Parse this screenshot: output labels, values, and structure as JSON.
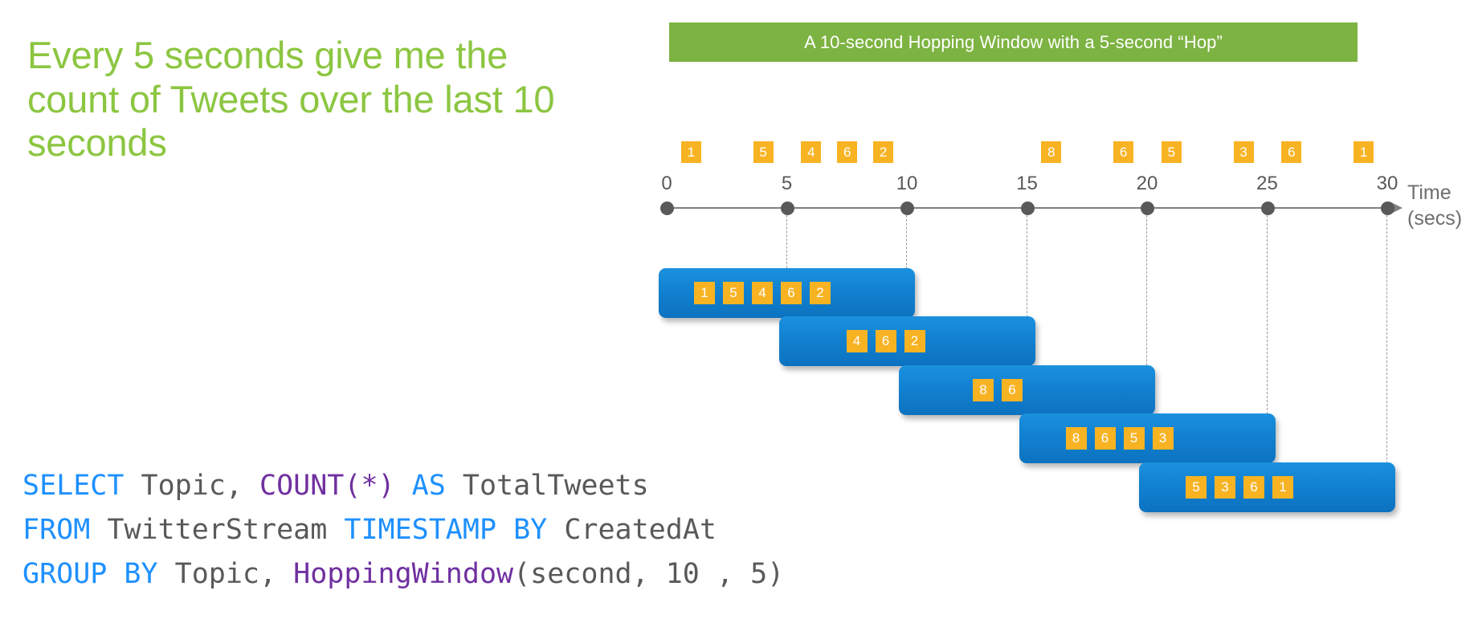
{
  "headline": "Every 5 seconds give me the count of Tweets over the last 10 seconds",
  "banner": {
    "text": "A 10-second Hopping Window with a 5-second “Hop”",
    "background": "#7DB342",
    "text_color": "#FFFFFF"
  },
  "colors": {
    "headline_green": "#8CC641",
    "chip_orange": "#F8B323",
    "window_blue": "#1283D2",
    "axis_gray": "#808080",
    "sql_keyword_blue": "#1E90FF",
    "sql_function_purple": "#7030A0",
    "sql_plain_gray": "#595959"
  },
  "chart_data": {
    "type": "timeline",
    "title": "A 10-second Hopping Window with a 5-second “Hop”",
    "xlabel": "Time",
    "xlabel_unit": "(secs)",
    "xlim": [
      0,
      30
    ],
    "tick_step": 5,
    "tick_labels": [
      "0",
      "5",
      "10",
      "15",
      "20",
      "25",
      "30"
    ],
    "grid": false,
    "axis_events": [
      {
        "time_start": 1,
        "time_end": 4,
        "values": [
          "1",
          "5"
        ]
      },
      {
        "time_start": 6,
        "time_end": 9,
        "values": [
          "4",
          "6",
          "2"
        ]
      },
      {
        "time_start": 16,
        "time_end": 19,
        "values": [
          "8",
          "6"
        ]
      },
      {
        "time_start": 21,
        "time_end": 24,
        "values": [
          "5",
          "3"
        ]
      },
      {
        "time_start": 26,
        "time_end": 29,
        "values": [
          "6",
          "1"
        ]
      }
    ],
    "windows": [
      {
        "label": "window-0-10",
        "start": 0,
        "end": 10,
        "values": [
          "1",
          "5",
          "4",
          "6",
          "2"
        ],
        "count": 5
      },
      {
        "label": "window-5-15",
        "start": 5,
        "end": 15,
        "values": [
          "4",
          "6",
          "2"
        ],
        "count": 3
      },
      {
        "label": "window-10-20",
        "start": 10,
        "end": 20,
        "values": [
          "8",
          "6"
        ],
        "count": 2
      },
      {
        "label": "window-15-25",
        "start": 15,
        "end": 25,
        "values": [
          "8",
          "6",
          "5",
          "3"
        ],
        "count": 4
      },
      {
        "label": "window-20-30",
        "start": 20,
        "end": 30,
        "values": [
          "5",
          "3",
          "6",
          "1"
        ],
        "count": 4
      }
    ],
    "guide_lines_at": [
      5,
      10,
      15,
      20,
      25,
      30
    ]
  },
  "sql": {
    "lines": [
      [
        {
          "t": "SELECT",
          "c": "kw"
        },
        {
          "t": " Topic, ",
          "c": "pl"
        },
        {
          "t": "COUNT(*)",
          "c": "fn"
        },
        {
          "t": " ",
          "c": "pl"
        },
        {
          "t": "AS",
          "c": "kw"
        },
        {
          "t": " TotalTweets",
          "c": "pl"
        }
      ],
      [
        {
          "t": "FROM",
          "c": "kw"
        },
        {
          "t": " TwitterStream ",
          "c": "pl"
        },
        {
          "t": "TIMESTAMP BY",
          "c": "kw"
        },
        {
          "t": " CreatedAt",
          "c": "pl"
        }
      ],
      [
        {
          "t": "GROUP BY",
          "c": "kw"
        },
        {
          "t": " Topic, ",
          "c": "pl"
        },
        {
          "t": "HoppingWindow",
          "c": "fn"
        },
        {
          "t": "(second, 10 , 5)",
          "c": "pl"
        }
      ]
    ]
  }
}
